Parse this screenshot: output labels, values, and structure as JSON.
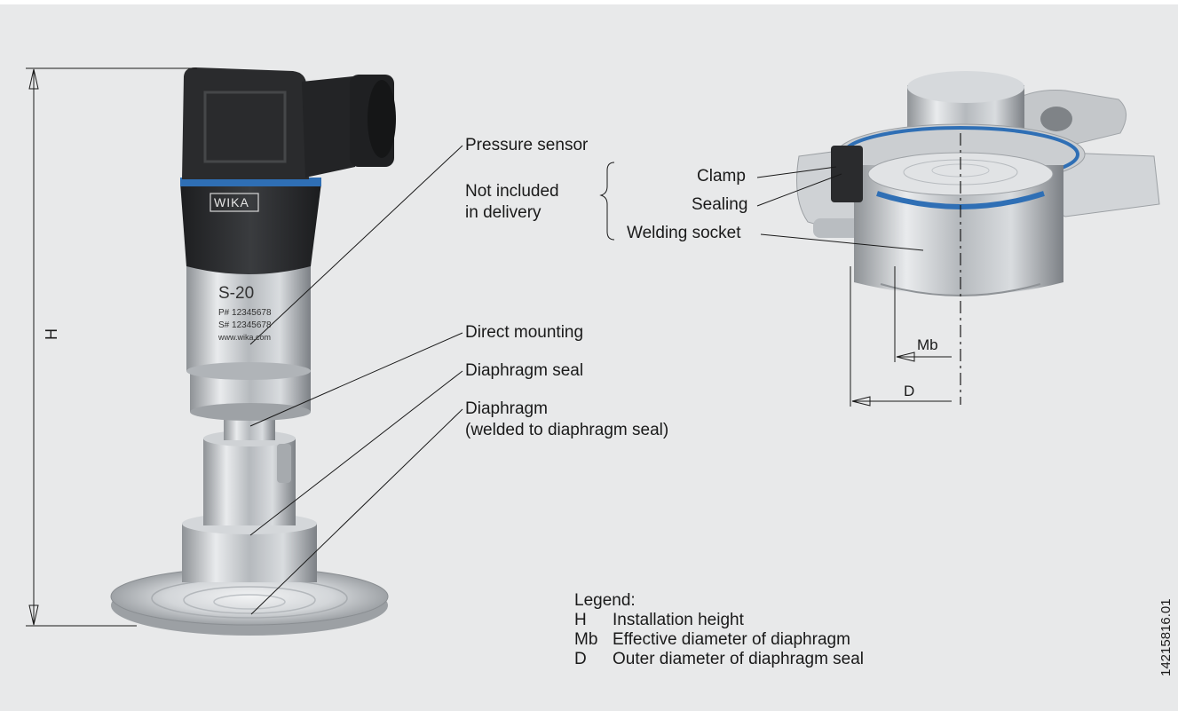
{
  "labels": {
    "pressure_sensor": "Pressure sensor",
    "not_included_1": "Not included",
    "not_included_2": "in delivery",
    "clamp": "Clamp",
    "sealing": "Sealing",
    "welding_socket": "Welding socket",
    "direct_mounting": "Direct mounting",
    "diaphragm_seal": "Diaphragm seal",
    "diaphragm_1": "Diaphragm",
    "diaphragm_2": "(welded to diaphragm seal)"
  },
  "product_marking": {
    "brand": "WIKA",
    "model": "S-20",
    "line1": "P# 12345678",
    "line2": "S# 12345678",
    "url": "www.wika.com"
  },
  "dimensions": {
    "h": "H",
    "mb": "Mb",
    "d": "D"
  },
  "legend": {
    "title": "Legend:",
    "items": [
      {
        "key": "H",
        "text": "Installation height"
      },
      {
        "key": "Mb",
        "text": "Effective diameter of diaphragm"
      },
      {
        "key": "D",
        "text": "Outer diameter of diaphragm seal"
      }
    ]
  },
  "doc_number": "14215816.01",
  "colors": {
    "background": "#e8e9ea",
    "housing": "#2a2b2d",
    "accent_blue": "#2f6fb5",
    "steel": "#c9ccd0"
  }
}
